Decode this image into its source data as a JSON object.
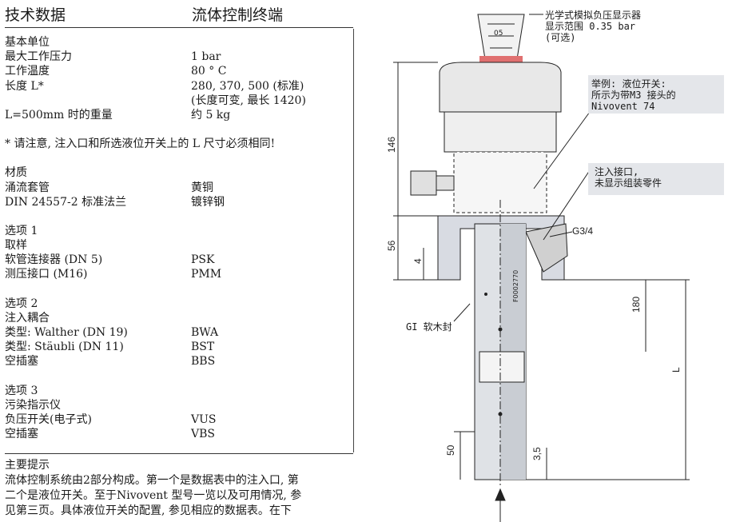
{
  "header": {
    "title_left": "技术数据",
    "title_right": "流体控制终端"
  },
  "specs": [
    {
      "k": "基本单位",
      "v": ""
    },
    {
      "k": "最大工作压力",
      "v": "1 bar"
    },
    {
      "k": "工作温度",
      "v": "80 ° C"
    },
    {
      "k": "长度 L*",
      "v": "280, 370, 500 (标准)"
    },
    {
      "k": "",
      "v": "(长度可变, 最长 1420)"
    },
    {
      "k": "L=500mm 时的重量",
      "v": "约 5 kg"
    }
  ],
  "note_star": "* 请注意, 注入口和所选液位开关上的 L 尺寸必须相同!",
  "materials": [
    {
      "k": "材质",
      "v": ""
    },
    {
      "k": "涌流套管",
      "v": "黄铜"
    },
    {
      "k": "DIN 24557-2 标准法兰",
      "v": "镀锌钢"
    }
  ],
  "option1": [
    {
      "k": "选项 1",
      "v": ""
    },
    {
      "k": "取样",
      "v": ""
    },
    {
      "k": "软管连接器 (DN 5)",
      "v": "PSK"
    },
    {
      "k": "测压接口 (M16)",
      "v": "PMM"
    }
  ],
  "option2": [
    {
      "k": "选项 2",
      "v": ""
    },
    {
      "k": "注入耦合",
      "v": ""
    },
    {
      "k": "类型: Walther (DN 19)",
      "v": "BWA"
    },
    {
      "k": "类型: Stäubli (DN 11)",
      "v": "BST"
    },
    {
      "k": "空插塞",
      "v": "BBS"
    }
  ],
  "option3": [
    {
      "k": "选项 3",
      "v": ""
    },
    {
      "k": "污染指示仪",
      "v": ""
    },
    {
      "k": "负压开关(电子式)",
      "v": "VUS"
    },
    {
      "k": "空插塞",
      "v": "VBS"
    }
  ],
  "notes": {
    "title": "主要提示",
    "line1": "流体控制系统由2部分构成。第一个是数据表中的注入口, 第",
    "line2": "二个是液位开关。至于Nivovent 型号一览以及可用情况, 参",
    "line3": "见第三页。具体液位开关的配置, 参见相应的数据表。在下"
  },
  "diagram": {
    "gauge_label": [
      "光学式模拟负压显示器",
      "显示范围 0.35 bar",
      "(可选)"
    ],
    "example_label": [
      "举例: 液位开关:",
      "所示为带M3 接头的",
      "Nivovent 74"
    ],
    "inlet_label": [
      "注入接口,",
      "未显示组装零件"
    ],
    "thread_label": "G3/4",
    "seal_label": "GI 软木封",
    "dim_146": "146",
    "dim_56": "56",
    "dim_4": "4",
    "dim_180": "180",
    "dim_L": "L",
    "dim_50": "50",
    "dim_35": "3,5",
    "drawing_no": "F0002770",
    "gauge_top": "05"
  }
}
